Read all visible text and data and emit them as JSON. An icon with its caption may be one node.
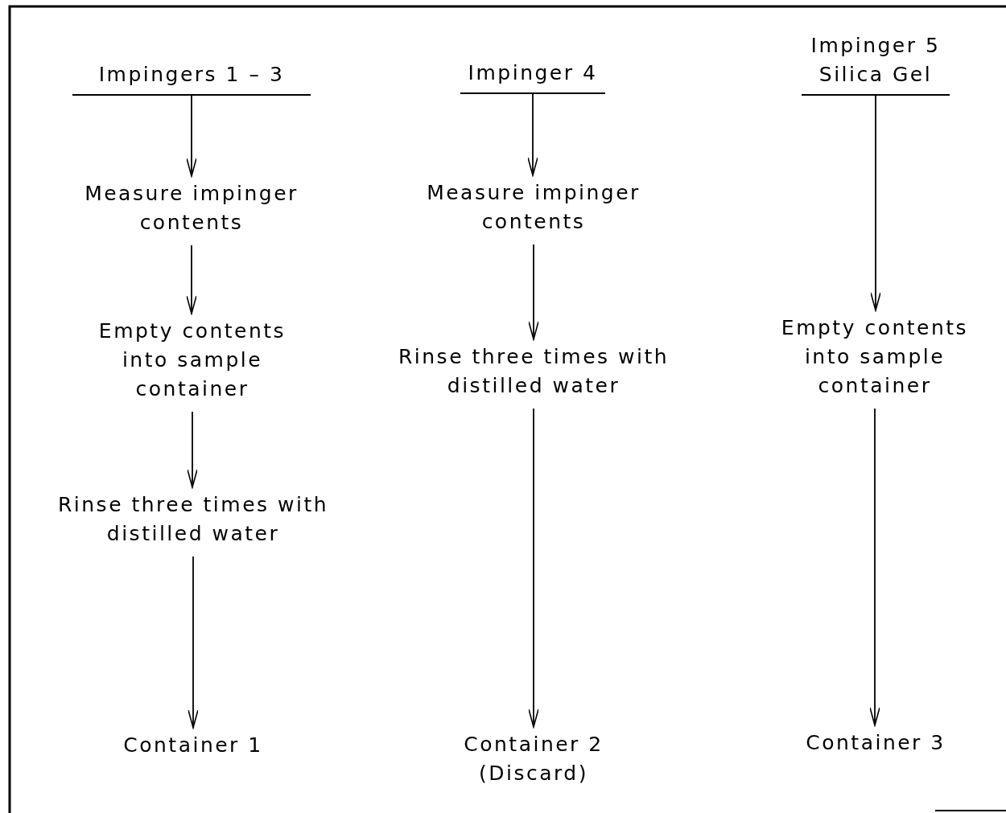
{
  "diagram": {
    "nodes": [
      {
        "text": [
          "Impingers 1 – 3"
        ]
      },
      {
        "text": [
          "Measure impinger contents"
        ]
      },
      {
        "text": [
          "Empty contents into sample container"
        ]
      },
      {
        "text": [
          "Rinse three times with distilled water"
        ]
      },
      {
        "text": [
          "Container 1"
        ]
      },
      {
        "text": [
          "Impinger 4"
        ]
      },
      {
        "text": [
          "Measure impinger contents"
        ]
      },
      {
        "text": [
          "Rinse three times with distilled water"
        ]
      },
      {
        "text": [
          "Container 2 (Discard)"
        ]
      },
      {
        "text": [
          "Impinger 5 Silica Gel"
        ]
      },
      {
        "text": [
          "Empty contents into sample container"
        ]
      },
      {
        "text": [
          "Container 3"
        ]
      }
    ],
    "edges": [
      {
        "from": 0,
        "to": 1,
        "arrow": "to"
      },
      {
        "from": 1,
        "to": 2,
        "arrow": "to"
      },
      {
        "from": 2,
        "to": 3,
        "arrow": "to"
      },
      {
        "from": 3,
        "to": 4,
        "arrow": "to"
      },
      {
        "from": 5,
        "to": 6,
        "arrow": "to"
      },
      {
        "from": 6,
        "to": 7,
        "arrow": "to"
      },
      {
        "from": 7,
        "to": 8,
        "arrow": "to"
      },
      {
        "from": 9,
        "to": 10,
        "arrow": "to"
      },
      {
        "from": 10,
        "to": 11,
        "arrow": "to"
      }
    ]
  }
}
